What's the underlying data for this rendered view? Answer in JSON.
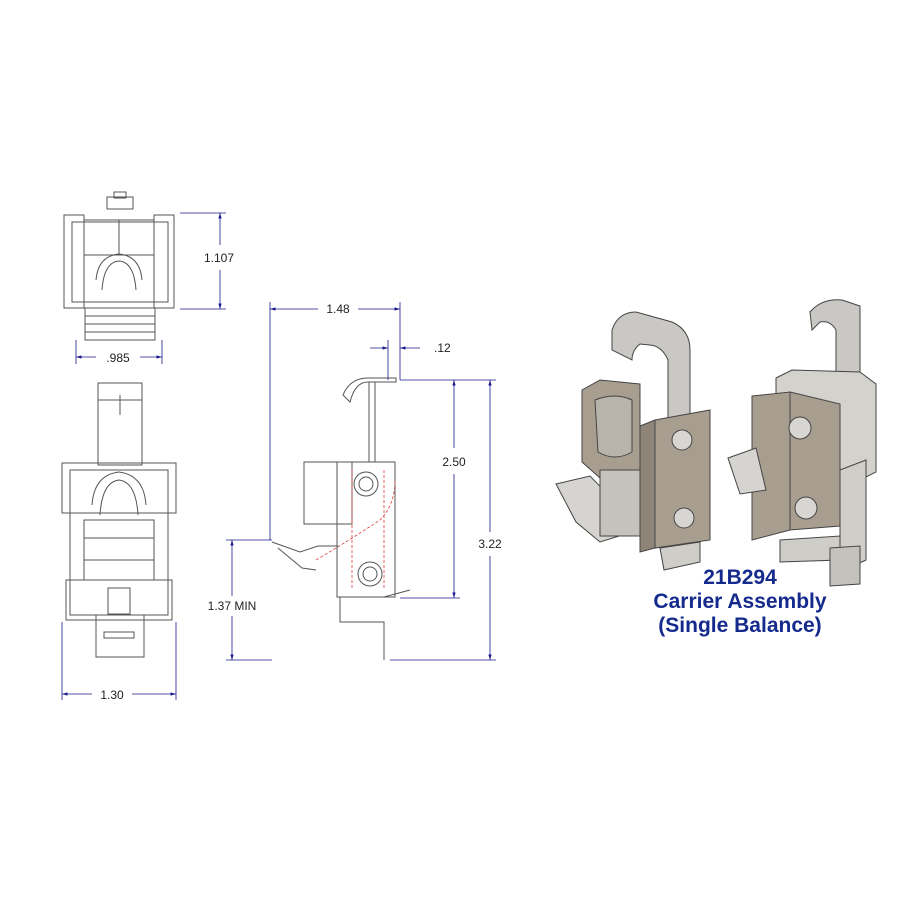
{
  "dimensions": {
    "top_height": "1.107",
    "top_width": ".985",
    "front_width": "1.30",
    "side_width": "1.48",
    "hook_offset": ".12",
    "upper_height": "2.50",
    "overall_height": "3.22",
    "min_height": "1.37 MIN"
  },
  "caption": {
    "part_number": "21B294",
    "line1": "Carrier Assembly",
    "line2": "(Single Balance)"
  },
  "colors": {
    "outline": "#555555",
    "dimension_line": "#1a1a8c",
    "hidden_line": "#e03c3c",
    "caption_text": "#142a8c",
    "metal_face": "#b8b4ac",
    "plate": "#a89e90",
    "screw": "#d8d6d2"
  }
}
